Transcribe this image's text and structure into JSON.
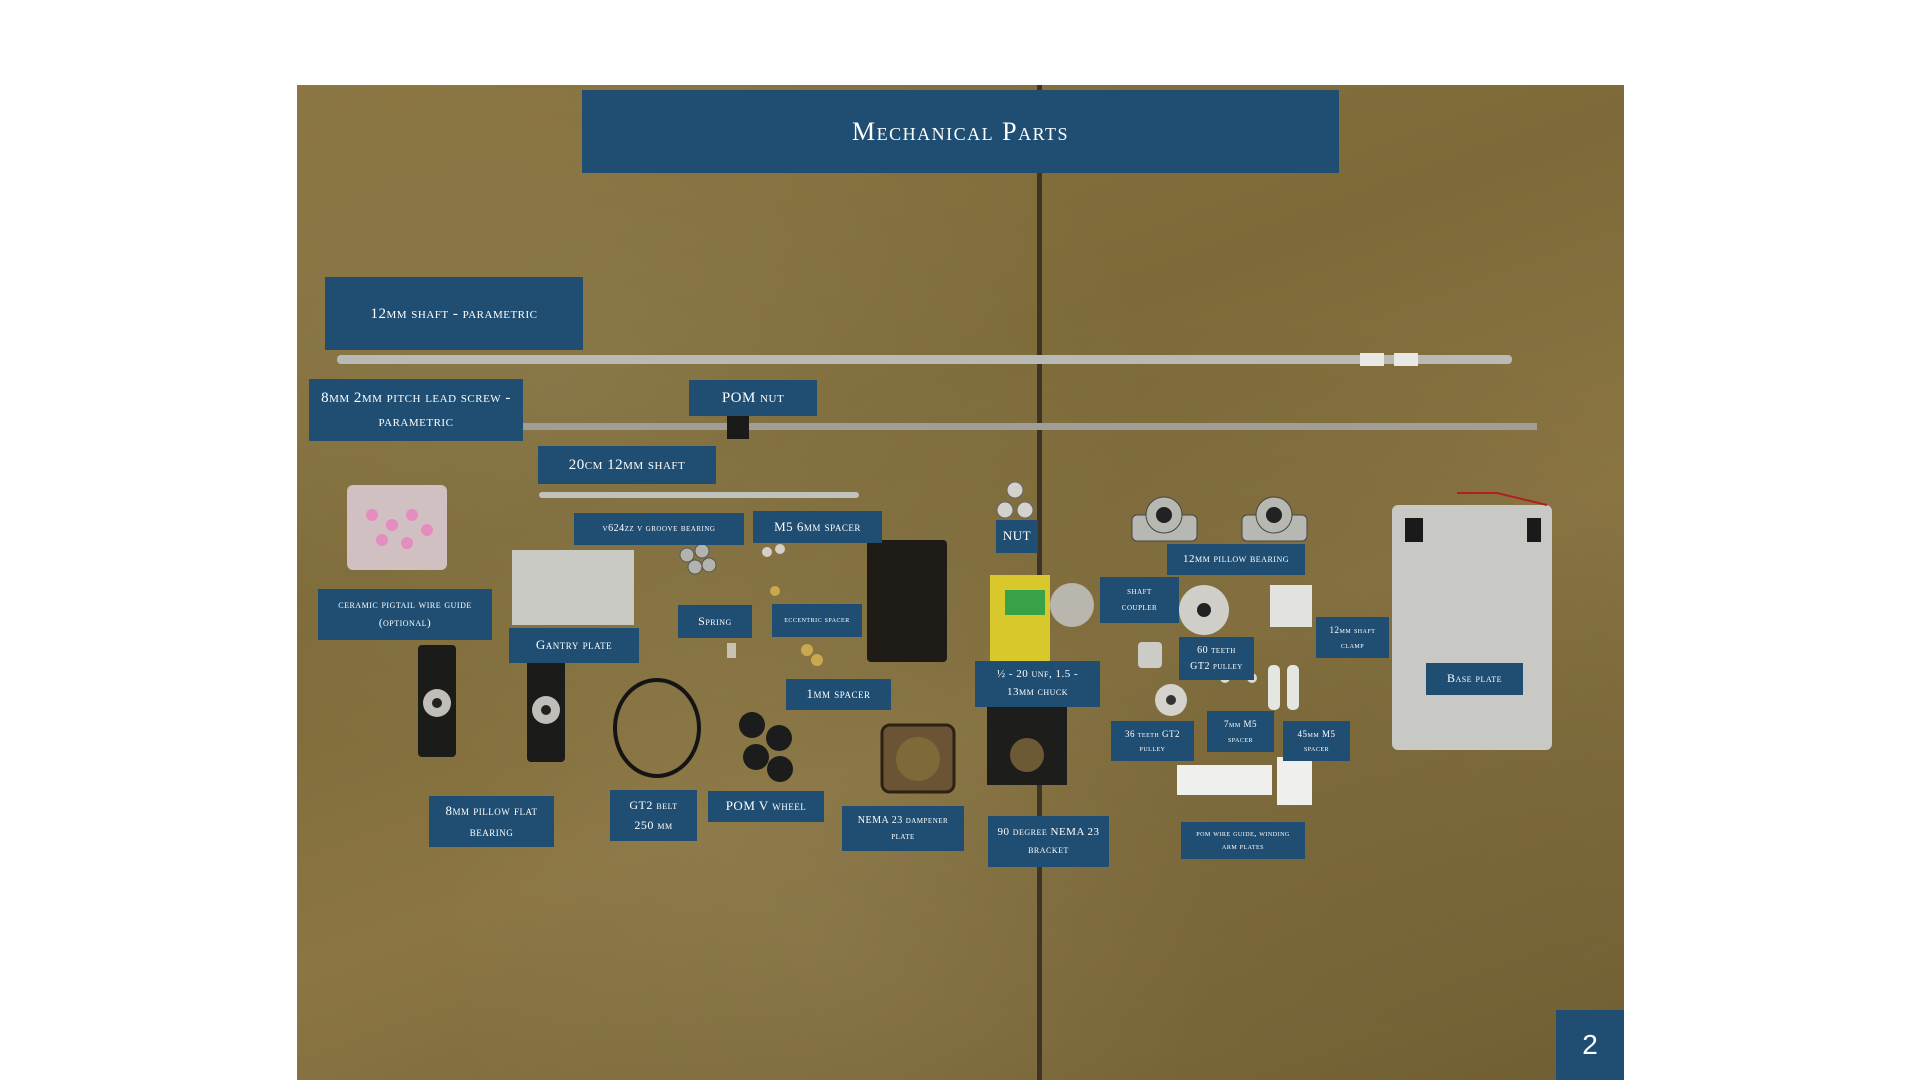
{
  "slide": {
    "title": "Mechanical Parts",
    "page_number": "2"
  },
  "labels": {
    "shaft_12mm": "12mm shaft - parametric",
    "lead_screw": "8mm 2mm pitch lead screw - parametric",
    "pom_nut": "POM nut",
    "shaft_20cm": "20cm 12mm shaft",
    "v624zz": "v624zz v groove bearing",
    "m5_6mm": "M5 6mm spacer",
    "nut": "NUT",
    "pillow_12mm": "12mm pillow bearing",
    "ceramic": "ceramic pigtail wire guide (optional)",
    "gantry": "Gantry plate",
    "spring": "Spring",
    "eccentric": "eccentric spacer",
    "shaft_coupler": "shaft coupler",
    "teeth60": "60 teeth GT2 pulley",
    "clamp_12mm": "12mm shaft clamp",
    "base_plate": "Base plate",
    "spacer_1mm": "1mm spacer",
    "chuck": "½ - 20 unf, 1.5 - 13mm chuck",
    "teeth36": "36 teeth GT2 pulley",
    "spacer_7mm": "7mm M5 spacer",
    "spacer_45mm": "45mm M5 spacer",
    "pillow_flat": "8mm pillow flat bearing",
    "gt2_belt": "GT2 belt 250 mm",
    "pom_wheel": "POM V wheel",
    "dampener": "NEMA 23 dampener plate",
    "bracket": "90 degree NEMA 23 bracket",
    "pom_guide": "pom wire guide, winding arm plates"
  }
}
